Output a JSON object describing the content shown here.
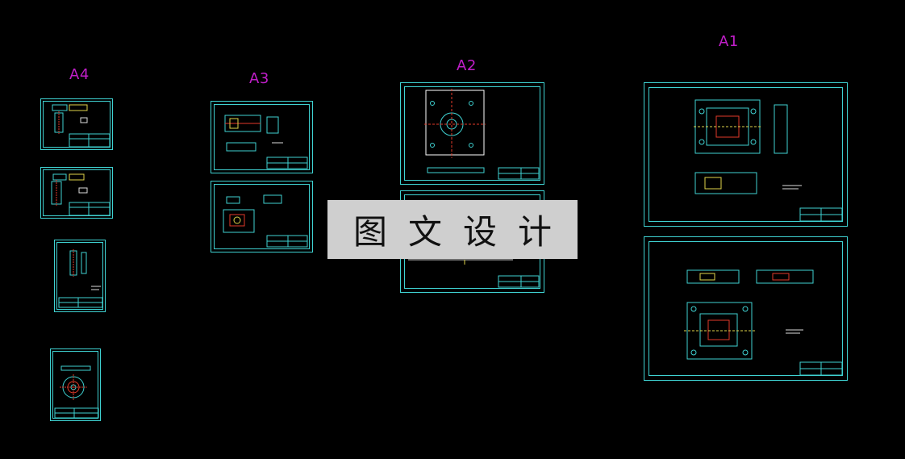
{
  "app": {
    "title": "CAD drawing layout",
    "background": "#000000",
    "accent_colors": {
      "frame": "#3fd2d2",
      "label": "#c01ec8",
      "detail_red": "#e23a2a",
      "detail_yellow": "#e0d44a"
    }
  },
  "groups": [
    {
      "label": "A4"
    },
    {
      "label": "A3"
    },
    {
      "label": "A2"
    },
    {
      "label": "A1"
    }
  ],
  "watermark": {
    "text": "图文设计"
  },
  "sheets": [
    {
      "group": "A4",
      "index": 1,
      "icon": "part-drawing-icon"
    },
    {
      "group": "A4",
      "index": 2,
      "icon": "part-drawing-icon"
    },
    {
      "group": "A4",
      "index": 3,
      "icon": "part-drawing-icon"
    },
    {
      "group": "A4",
      "index": 4,
      "icon": "part-drawing-icon"
    },
    {
      "group": "A3",
      "index": 1,
      "icon": "part-drawing-icon"
    },
    {
      "group": "A3",
      "index": 2,
      "icon": "part-drawing-icon"
    },
    {
      "group": "A2",
      "index": 1,
      "icon": "plate-drawing-icon"
    },
    {
      "group": "A2",
      "index": 2,
      "icon": "plate-drawing-icon"
    },
    {
      "group": "A1",
      "index": 1,
      "icon": "assembly-drawing-icon"
    },
    {
      "group": "A1",
      "index": 2,
      "icon": "assembly-drawing-icon"
    }
  ]
}
